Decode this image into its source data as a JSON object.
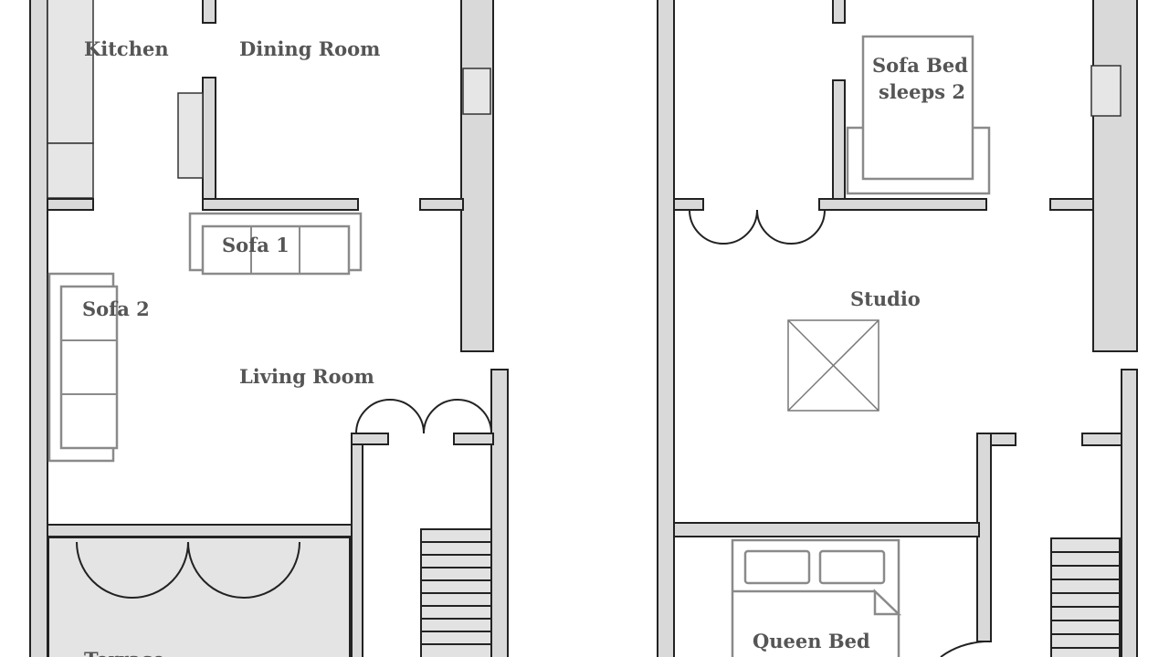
{
  "ground_floor": {
    "rooms": {
      "kitchen": "Kitchen",
      "dining": "Dining Room",
      "living": "Living Room",
      "terrace": "Terrace"
    },
    "furniture": {
      "sofa1": "Sofa 1",
      "sofa2": "Sofa 2"
    }
  },
  "upper_floor": {
    "rooms": {
      "studio": "Studio"
    },
    "furniture": {
      "sofa_bed_line1": "Sofa Bed",
      "sofa_bed_line2": "sleeps 2",
      "queen_bed": "Queen Bed"
    }
  }
}
